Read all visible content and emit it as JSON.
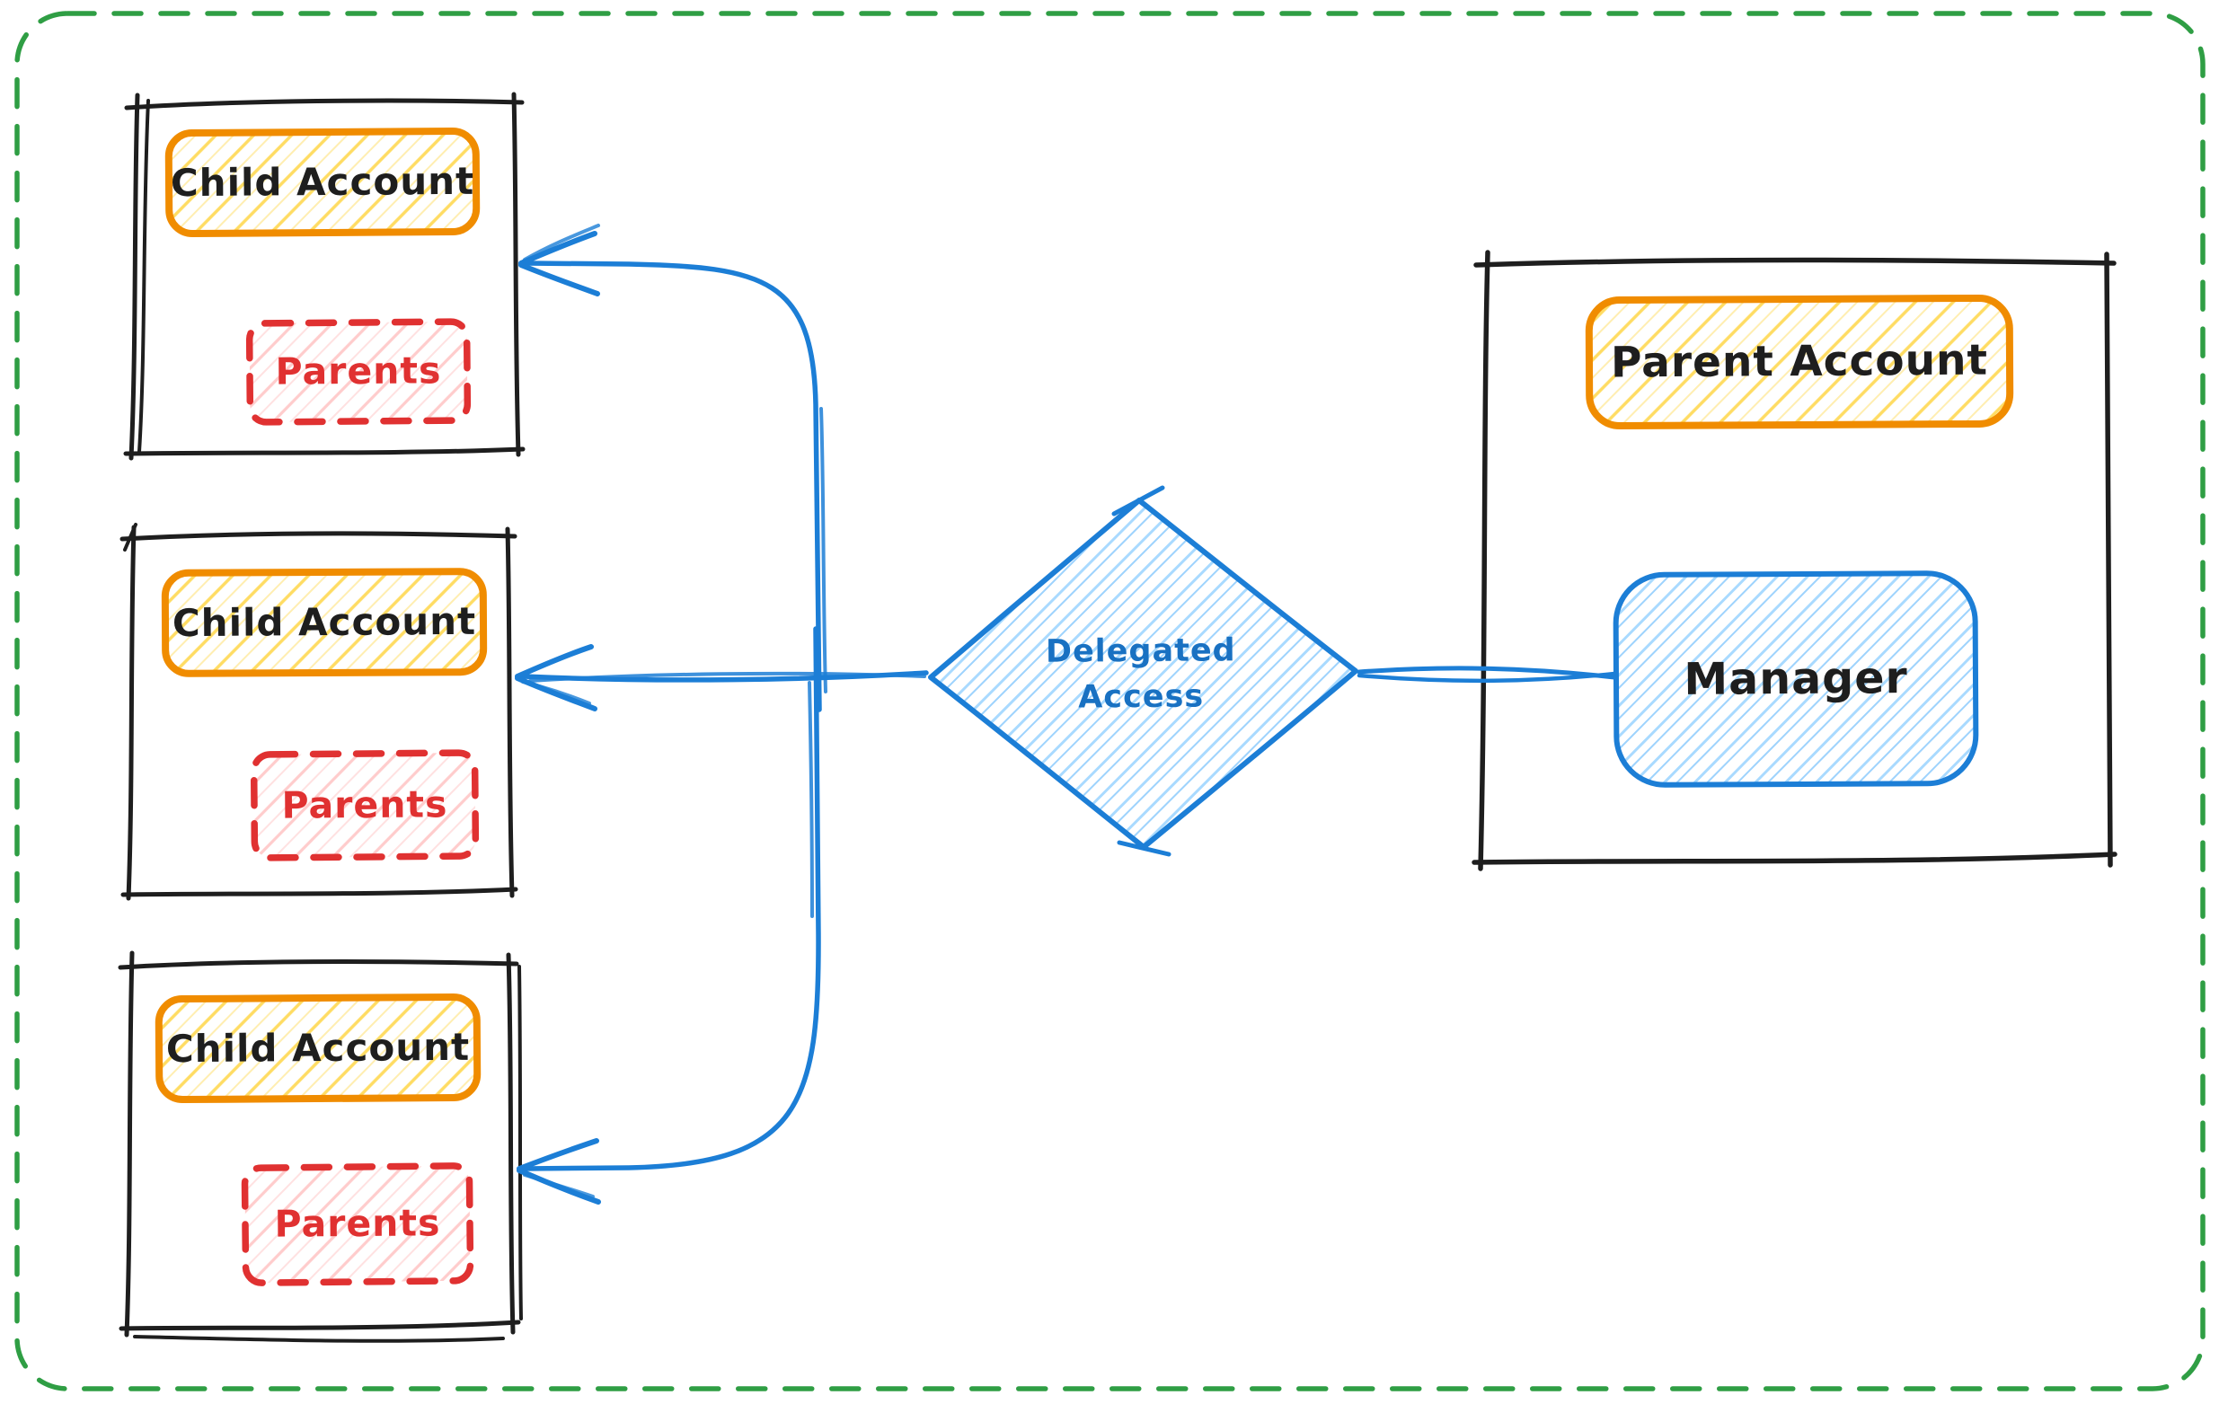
{
  "colors": {
    "background": "#ffffff",
    "frame_green": "#2f9e44",
    "ink_black": "#1e1e1e",
    "orange": "#f08c00",
    "yellow_hatch": "#ffd43b",
    "red": "#e03131",
    "pink_hatch": "#ffc9c9",
    "blue": "#1c7ed6",
    "light_blue_hatch": "#a5d8ff"
  },
  "nodes": {
    "children": [
      {
        "title": "Child Account",
        "subgroup": "Parents"
      },
      {
        "title": "Child Account",
        "subgroup": "Parents"
      },
      {
        "title": "Child Account",
        "subgroup": "Parents"
      }
    ],
    "parent": {
      "title": "Parent Account",
      "manager": "Manager"
    },
    "decision": {
      "lines": [
        "Delegated",
        "Access"
      ]
    }
  }
}
